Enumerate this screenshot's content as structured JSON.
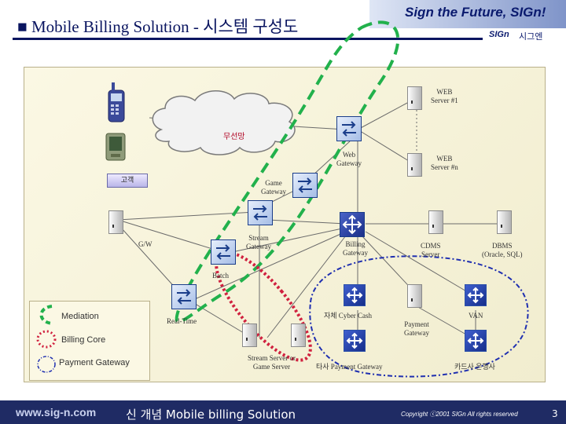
{
  "header": {
    "title_marker": "■",
    "title": "Mobile Billing Solution - 시스템 구성도",
    "slogan": "Sign the Future, SIGn!",
    "logo_text": "SIGn",
    "logo_korean": "시그엔"
  },
  "diagram": {
    "cloud_label": "무선망",
    "customer_label": "고객",
    "nodes": {
      "web_server_1": "WEB\nServer #1",
      "web_server_n": "WEB\nServer #n",
      "web_gateway": "Web\nGateway",
      "game_gateway": "Game\nGateway",
      "gw": "G/W",
      "stream_gateway": "Stream\nGateway",
      "batch": "Batch",
      "billing_gateway": "Billing\nGateway",
      "cdms_server": "CDMS\nServer",
      "dbms": "DBMS\n(Oracle, SQL)",
      "real_time": "Real-Time",
      "cyber_cash": "자체 Cyber Cash",
      "payment_gateway_node": "Payment\nGateway",
      "van": "VAN",
      "stream_game_server": "Stream Server or\nGame Server",
      "other_payment_gateway": "타사 Payment Gateway",
      "card_company": "카드사 은행사"
    },
    "legend": [
      {
        "label": "Mediation",
        "style": "dashed",
        "color": "#22b14c"
      },
      {
        "label": "Billing Core",
        "style": "dotted",
        "color": "#d0213f"
      },
      {
        "label": "Payment Gateway",
        "style": "dash-dot",
        "color": "#1f2fb0"
      }
    ]
  },
  "footer": {
    "url": "www.sig-n.com",
    "caption": "신 개념 Mobile billing Solution",
    "copyright": "Copyright ⓒ2001 SIGn All rights reserved",
    "page": "3"
  },
  "colors": {
    "navy": "#0a1560",
    "mediation_green": "#22b14c",
    "billing_red": "#d0213f",
    "payment_blue": "#1f2fb0"
  }
}
